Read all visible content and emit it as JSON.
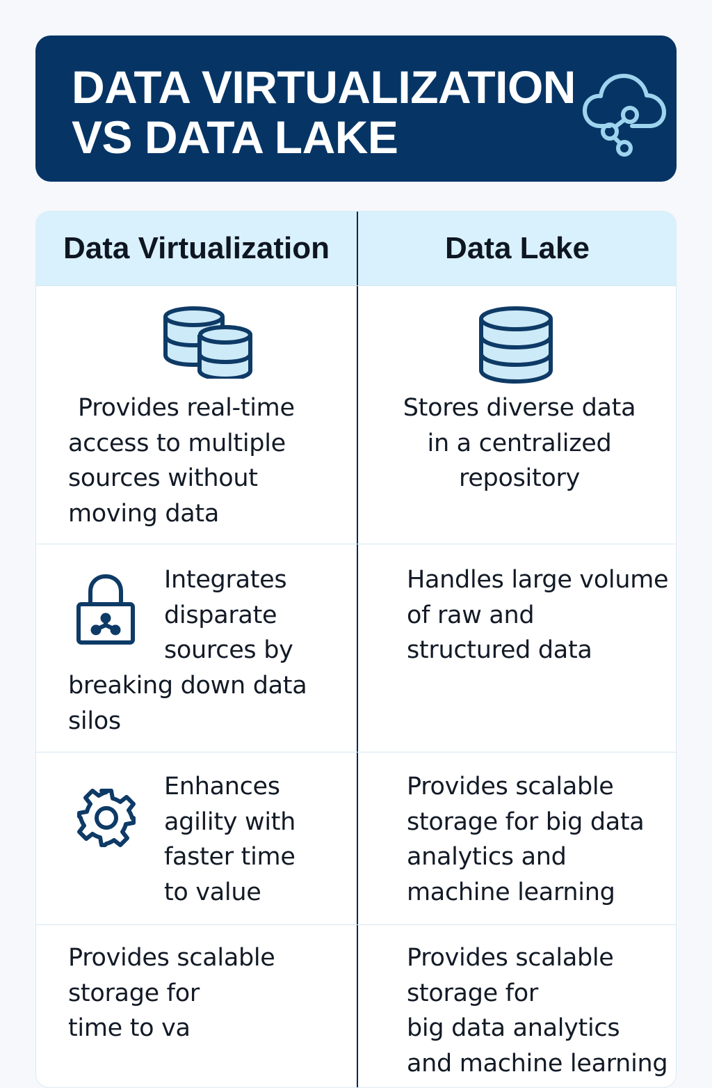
{
  "banner": {
    "title_line1": "DATA VIRTUALIZATION",
    "title_line2": "VS DATA LAKE",
    "icon": "cloud-network-icon"
  },
  "columns": {
    "left_title": "Data Virtualization",
    "right_title": "Data Lake"
  },
  "rows": [
    {
      "left": {
        "icon": "multiple-databases-icon",
        "lines": [
          "Provides real-time",
          "access to multiple",
          "sources without",
          "moving data"
        ]
      },
      "right": {
        "icon": "database-icon",
        "lines": [
          "Stores diverse data",
          "in a centralized",
          "repository"
        ]
      }
    },
    {
      "left": {
        "icon": "lock-network-icon",
        "lines": [
          "Integrates",
          "disparate",
          "sources by",
          "breaking down data",
          "silos"
        ]
      },
      "right": {
        "lines": [
          "Handles large volume",
          "of raw and",
          "structured data"
        ]
      }
    },
    {
      "left": {
        "icon": "gear-icon",
        "lines": [
          "Enhances",
          "agility with",
          "faster time",
          "to value"
        ]
      },
      "right": {
        "lines": [
          "Provides scalable",
          "storage for big data",
          "analytics and",
          "machine learning"
        ]
      }
    },
    {
      "left": {
        "lines": [
          "Provides scalable",
          "storage for",
          "time to va"
        ]
      },
      "right": {
        "lines": [
          "Provides scalable",
          "storage for",
          "big data analytics",
          "and machine learning"
        ]
      }
    }
  ],
  "colors": {
    "banner": "#063565",
    "header_band": "#d9f1fc",
    "icon_stroke": "#0e3a66",
    "icon_fill": "#cdeaf8",
    "banner_icon": "#9fd4ef"
  }
}
